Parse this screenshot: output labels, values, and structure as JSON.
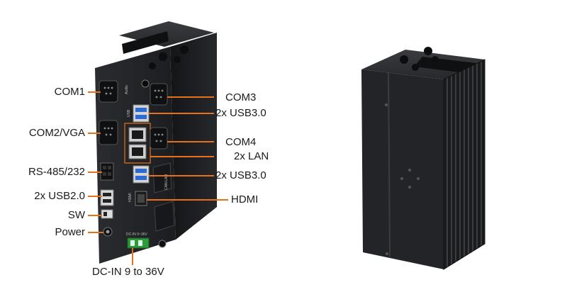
{
  "labels": {
    "com1": "COM1",
    "com2_vga": "COM2/VGA",
    "rs485": "RS-485/232",
    "usb20": "2x USB2.0",
    "sw": "SW",
    "power": "Power",
    "dcin": "DC-IN 9 to 36V",
    "com3": "COM3",
    "usb30_top": "2x USB3.0",
    "com4": "COM4",
    "lan": "2x LAN",
    "usb30_bottom": "2x USB3.0",
    "hdmi": "HDMI"
  },
  "panel_text": {
    "audio": "Audio",
    "usb": "USB",
    "can": "CAN-LAN",
    "hdmi": "HDMI",
    "dcin": "DC-IN 9~36V"
  },
  "colors": {
    "accent": "#e8701a",
    "chassis": "#1d1f22",
    "connector_green": "#2e9a3a"
  }
}
